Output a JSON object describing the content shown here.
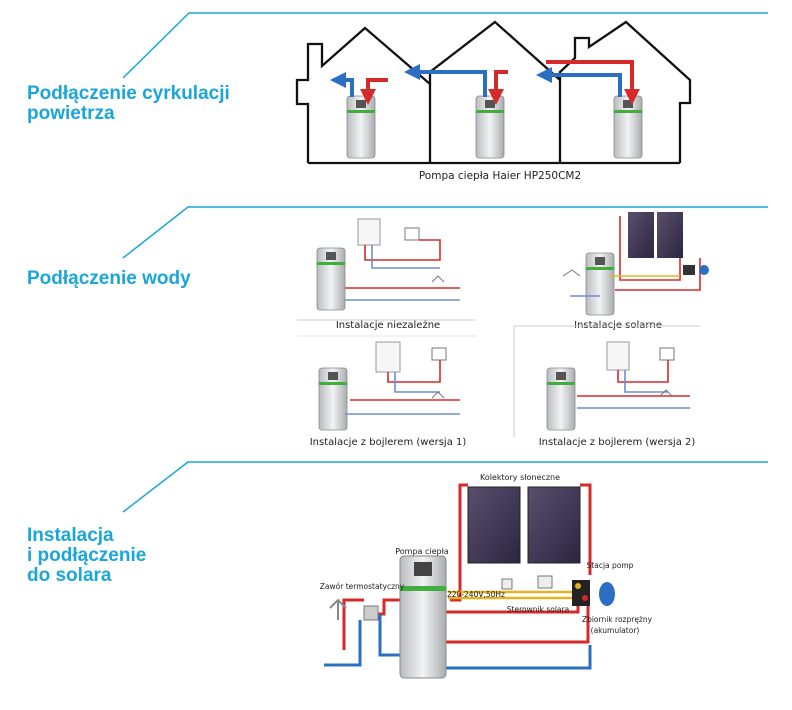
{
  "accent_color": "#1ba6d9",
  "sections": [
    {
      "title": "Podłączenie cyrkulacji\npowietrza"
    },
    {
      "title": "Podłączenie wody"
    },
    {
      "title": "Instalacja\ni podłączenie\ndo solara"
    }
  ],
  "air": {
    "caption": "Pompa ciepła Haier HP250CM2"
  },
  "water": {
    "captions": [
      "Instalacje niezależne",
      "Instalacje solarne",
      "Instalacje z bojlerem (wersja 1)",
      "Instalacje z bojlerem (wersja 2)"
    ]
  },
  "solar": {
    "labels": {
      "collectors": "Kolektory słoneczne",
      "heat_pump": "Pompa ciepła",
      "valve": "Zawór termostatyczny",
      "voltage": "220-240V,50Hz",
      "controller": "Sterownik solara",
      "pump_station": "Stacja pomp",
      "expansion_tank": "Zbiornik rozprężny",
      "accumulator": "(akumulator)"
    }
  },
  "colors": {
    "hot": "#d62a2a",
    "cold": "#2b6fc2",
    "solar": "#e7b220"
  },
  "icons": [
    "warm-air-arrow-icon",
    "cool-air-arrow-icon",
    "heat-pump-icon",
    "solar-panel-icon",
    "radiator-icon",
    "faucet-icon",
    "boiler-icon"
  ]
}
